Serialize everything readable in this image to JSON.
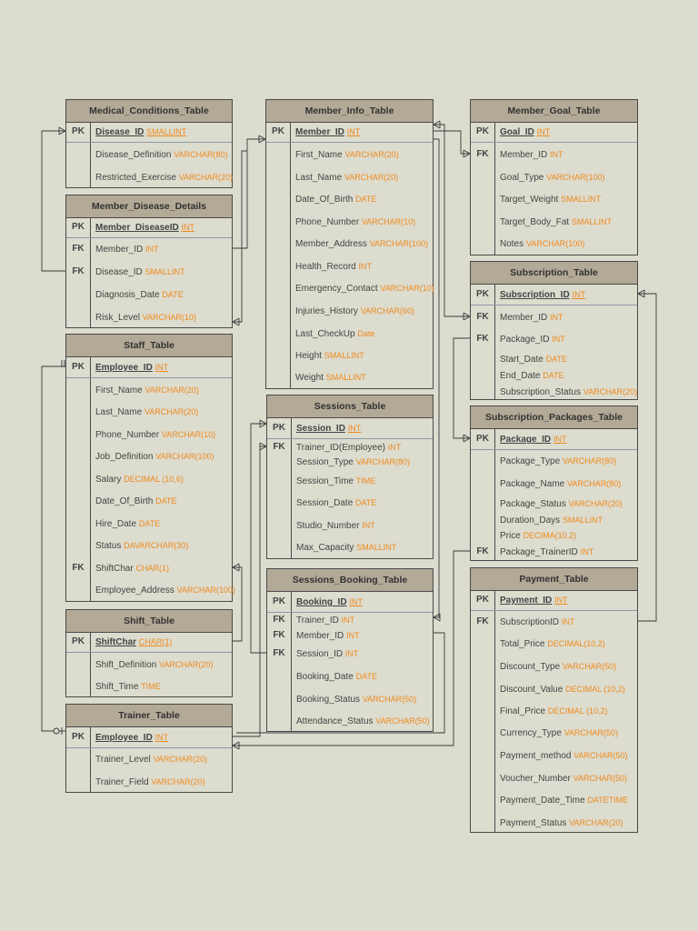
{
  "colors": {
    "background": "#dcdccf",
    "header": "#b2a996",
    "border": "#4a4a4a",
    "type_text": "#f08a1c",
    "field_text": "#444444"
  },
  "tables": [
    {
      "id": "medical-conditions-table",
      "name": "Medical_Conditions_Table",
      "fields": [
        {
          "key": "PK",
          "name": "Disease_ID",
          "type": "SMALLINT",
          "primary": true
        },
        {
          "key": "",
          "name": "Disease_Definition",
          "type": "VARCHAR(80)"
        },
        {
          "key": "",
          "name": "Restricted_Exercise",
          "type": "VARCHAR(20)"
        }
      ]
    },
    {
      "id": "member-disease-details",
      "name": "Member_Disease_Details",
      "fields": [
        {
          "key": "PK",
          "name": "Member_DiseaseID",
          "type": "INT",
          "primary": true
        },
        {
          "key": "FK",
          "name": "Member_ID",
          "type": "INT"
        },
        {
          "key": "FK",
          "name": "Disease_ID",
          "type": "SMALLINT"
        },
        {
          "key": "",
          "name": "Diagnosis_Date",
          "type": "DATE"
        },
        {
          "key": "",
          "name": "Risk_Level",
          "type": "VARCHAR(10)"
        }
      ]
    },
    {
      "id": "staff-table",
      "name": "Staff_Table",
      "fields": [
        {
          "key": "PK",
          "name": "Employee_ID",
          "type": "INT",
          "primary": true
        },
        {
          "key": "",
          "name": "First_Name",
          "type": "VARCHAR(20)"
        },
        {
          "key": "",
          "name": "Last_Name",
          "type": "VARCHAR(20)"
        },
        {
          "key": "",
          "name": "Phone_Number",
          "type": "VARCHAR(10)"
        },
        {
          "key": "",
          "name": " Job_Definition",
          "type": "VARCHAR(100)"
        },
        {
          "key": "",
          "name": "Salary",
          "type": "DECIMAL (10,6)"
        },
        {
          "key": "",
          "name": "Date_Of_Birth",
          "type": "DATE"
        },
        {
          "key": "",
          "name": "Hire_Date",
          "type": "DATE"
        },
        {
          "key": "",
          "name": "Status",
          "type": "DAVARCHAR(30)"
        },
        {
          "key": "FK",
          "name": "ShiftChar",
          "type": "CHAR(1)"
        },
        {
          "key": "",
          "name": "Employee_Address",
          "type": "VARCHAR(100)"
        }
      ]
    },
    {
      "id": "shift-table",
      "name": "Shift_Table",
      "fields": [
        {
          "key": "PK",
          "name": "ShiftChar",
          "type": "CHAR(1)",
          "primary": true
        },
        {
          "key": "",
          "name": "Shift_Definition",
          "type": "VARCHAR(20)"
        },
        {
          "key": "",
          "name": "Shift_Time",
          "type": "TIME"
        }
      ]
    },
    {
      "id": "trainer-table",
      "name": "Trainer_Table",
      "fields": [
        {
          "key": "PK",
          "name": "Employee_ID",
          "type": "INT",
          "primary": true
        },
        {
          "key": "",
          "name": "Trainer_Level",
          "type": "VARCHAR(20)"
        },
        {
          "key": "",
          "name": "Trainer_Field",
          "type": "VARCHAR(20)"
        }
      ]
    },
    {
      "id": "member-info-table",
      "name": "Member_Info_Table",
      "fields": [
        {
          "key": "PK",
          "name": "Member_ID",
          "type": "INT",
          "primary": true
        },
        {
          "key": "",
          "name": "First_Name",
          "type": "VARCHAR(20)"
        },
        {
          "key": "",
          "name": "Last_Name",
          "type": "VARCHAR(20)"
        },
        {
          "key": "",
          "name": "Date_Of_Birth",
          "type": "DATE"
        },
        {
          "key": "",
          "name": "Phone_Number",
          "type": "VARCHAR(10)"
        },
        {
          "key": "",
          "name": "Member_Address",
          "type": "VARCHAR(100)"
        },
        {
          "key": "",
          "name": "Health_Record",
          "type": "INT"
        },
        {
          "key": "",
          "name": "Emergency_Contact",
          "type": "VARCHAR(10)"
        },
        {
          "key": "",
          "name": "Injuries_History",
          "type": "VARCHAR(60)"
        },
        {
          "key": "",
          "name": "Last_CheckUp",
          "type": "Date"
        },
        {
          "key": "",
          "name": "Height",
          "type": "SMALLINT"
        },
        {
          "key": "",
          "name": "Weight",
          "type": "SMALLINT"
        }
      ]
    },
    {
      "id": "sessions-table",
      "name": "Sessions_Table",
      "fields": [
        {
          "key": "PK",
          "name": "Session_ID",
          "type": "INT",
          "primary": true
        },
        {
          "key": "FK",
          "name": "Trainer_ID(Employee)",
          "type": "INT"
        },
        {
          "key": "",
          "name": "Session_Type",
          "type": "VARCHAR(80)"
        },
        {
          "key": "",
          "name": "Session_Time",
          "type": "TIME"
        },
        {
          "key": "",
          "name": "Session_Date",
          "type": "DATE"
        },
        {
          "key": "",
          "name": "Studio_Number",
          "type": "INT"
        },
        {
          "key": "",
          "name": "Max_Capacity",
          "type": "SMALLINT"
        }
      ]
    },
    {
      "id": "sessions-booking-table",
      "name": "Sessions_Booking_Table",
      "fields": [
        {
          "key": "PK",
          "name": "Booking_ID",
          "type": "INT",
          "primary": true
        },
        {
          "key": "FK",
          "name": "Trainer_ID",
          "type": "INT"
        },
        {
          "key": "FK",
          "name": "Member_ID",
          "type": "INT"
        },
        {
          "key": "FK",
          "name": "Session_ID",
          "type": "INT"
        },
        {
          "key": "",
          "name": "Booking_Date",
          "type": "DATE"
        },
        {
          "key": "",
          "name": "Booking_Status",
          "type": "VARCHAR(50)"
        },
        {
          "key": "",
          "name": "Attendance_Status",
          "type": "VARCHAR(50)"
        }
      ]
    },
    {
      "id": "member-goal-table",
      "name": "Member_Goal_Table",
      "fields": [
        {
          "key": "PK",
          "name": "Goal_ID",
          "type": "INT",
          "primary": true
        },
        {
          "key": "FK",
          "name": "Member_ID",
          "type": "INT"
        },
        {
          "key": "",
          "name": "Goal_Type",
          "type": "VARCHAR(100)"
        },
        {
          "key": "",
          "name": "Target_Weight",
          "type": "SMALLINT"
        },
        {
          "key": "",
          "name": "Target_Body_Fat",
          "type": "SMALLINT"
        },
        {
          "key": "",
          "name": "Notes",
          "type": "VARCHAR(100)"
        }
      ]
    },
    {
      "id": "subscription-table",
      "name": "Subscription_Table",
      "fields": [
        {
          "key": "PK",
          "name": "Subscription_ID",
          "type": "INT",
          "primary": true
        },
        {
          "key": "FK",
          "name": "Member_ID",
          "type": "INT"
        },
        {
          "key": "FK",
          "name": "Package_ID",
          "type": "INT"
        },
        {
          "key": "",
          "name": "Start_Date",
          "type": "DATE"
        },
        {
          "key": "",
          "name": "End_Date",
          "type": "DATE"
        },
        {
          "key": "",
          "name": "Subscription_Status",
          "type": "VARCHAR(20)"
        }
      ]
    },
    {
      "id": "subscription-packages-table",
      "name": "Subscription_Packages_Table",
      "fields": [
        {
          "key": "PK",
          "name": "Package_ID",
          "type": "INT",
          "primary": true
        },
        {
          "key": "",
          "name": "Package_Type",
          "type": "VARCHAR(80)"
        },
        {
          "key": "",
          "name": "Package_Name",
          "type": "VARCHAR(80)"
        },
        {
          "key": "",
          "name": "Package_Status",
          "type": "VARCHAR(20)"
        },
        {
          "key": "",
          "name": "Duration_Days",
          "type": "SMALLINT"
        },
        {
          "key": "",
          "name": "Price",
          "type": "DECIMA(10,2)"
        },
        {
          "key": "FK",
          "name": "Package_TrainerID",
          "type": "INT"
        }
      ]
    },
    {
      "id": "payment-table",
      "name": "Payment_Table",
      "fields": [
        {
          "key": "PK",
          "name": "Payment_ID",
          "type": "INT",
          "primary": true
        },
        {
          "key": "FK",
          "name": "SubscriptionID",
          "type": "INT"
        },
        {
          "key": "",
          "name": "Total_Price",
          "type": "DECIMAL(10,2)"
        },
        {
          "key": "",
          "name": "Discount_Type",
          "type": "VARCHAR(50)"
        },
        {
          "key": "",
          "name": "Discount_Value",
          "type": "DECIMAL (10,2)"
        },
        {
          "key": "",
          "name": "Final_Price",
          "type": "DECIMAL (10,2)"
        },
        {
          "key": "",
          "name": "Currency_Type",
          "type": "VARCHAR(50)"
        },
        {
          "key": "",
          "name": "Payment_method",
          "type": "VARCHAR(50)"
        },
        {
          "key": "",
          "name": "Voucher_Number",
          "type": "VARCHAR(50)"
        },
        {
          "key": "",
          "name": "Payment_Date_Time",
          "type": "DATETIME"
        },
        {
          "key": "",
          "name": "Payment_Status",
          "type": "VARCHAR(20)"
        }
      ]
    }
  ]
}
